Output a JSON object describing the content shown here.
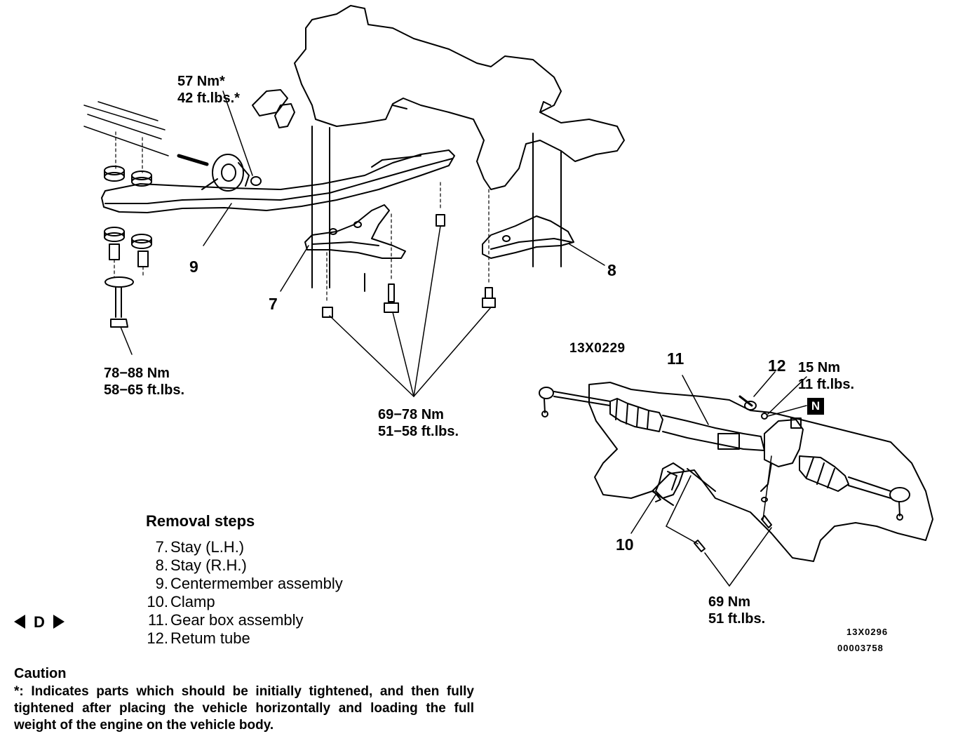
{
  "torque_specs": {
    "centermember_bolt": {
      "nm": "57 Nm*",
      "ftlbs": "42 ft.lbs.*"
    },
    "lower_bolt": {
      "nm": "78−88 Nm",
      "ftlbs": "58−65 ft.lbs."
    },
    "stay_bolts": {
      "nm": "69−78 Nm",
      "ftlbs": "51−58 ft.lbs."
    },
    "return_tube": {
      "nm": "15 Nm",
      "ftlbs": "11 ft.lbs."
    },
    "clamp_bolts": {
      "nm": "69 Nm",
      "ftlbs": "51 ft.lbs."
    }
  },
  "callouts": {
    "n7": "7",
    "n8": "8",
    "n9": "9",
    "n10": "10",
    "n11": "11",
    "n12": "12"
  },
  "figure_codes": {
    "upper": "13X0229",
    "lower": "13X0296",
    "doc": "00003758"
  },
  "n_badge": "N",
  "removal_steps": {
    "title": "Removal steps",
    "items": [
      {
        "num": "7.",
        "text": "Stay (L.H.)"
      },
      {
        "num": "8.",
        "text": "Stay (R.H.)"
      },
      {
        "num": "9.",
        "text": "Centermember assembly"
      },
      {
        "num": "10.",
        "text": "Clamp"
      },
      {
        "num": "11.",
        "text": "Gear box assembly"
      },
      {
        "num": "12.",
        "text": "Retum tube"
      }
    ]
  },
  "nav_marker": "D",
  "caution": {
    "title": "Caution",
    "text": "*: Indicates parts which should be initially tightened, and then fully tightened after placing the vehicle horizontally and loading the full weight of the engine on the vehicle body."
  }
}
